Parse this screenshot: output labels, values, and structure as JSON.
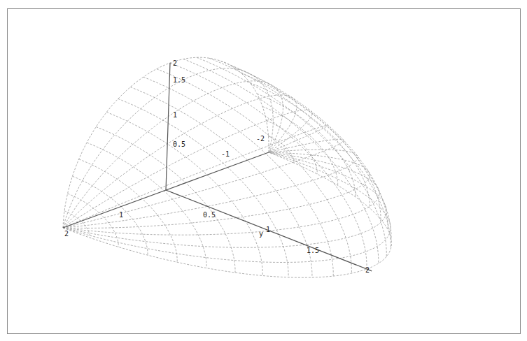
{
  "diagram": {
    "labels": [
      "2",
      "1.5",
      "1",
      "0.5",
      "2",
      "1",
      "-1",
      "-2",
      "0.5",
      "y",
      "1",
      "1.5",
      "2"
    ]
  }
}
